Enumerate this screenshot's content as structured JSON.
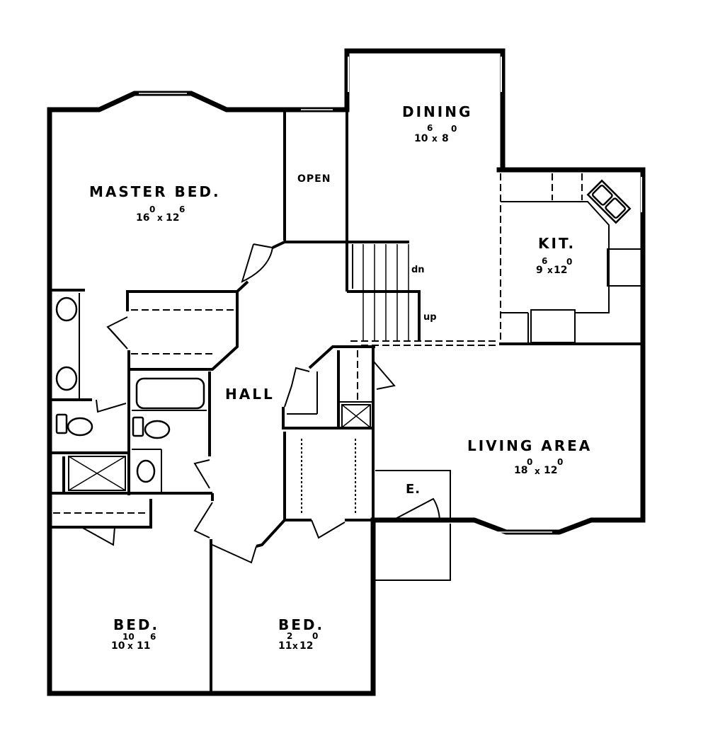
{
  "plan": {
    "colors": {
      "ink": "#000000",
      "paper": "#ffffff"
    },
    "rooms": {
      "master_bed": {
        "label": "MASTER BED.",
        "dim_a": "16",
        "dim_a_sup": "0",
        "dim_b": "12",
        "dim_b_sup": "6"
      },
      "open": {
        "label": "OPEN"
      },
      "dining": {
        "label": "DINING",
        "dim_a": "10",
        "dim_a_sup": "6",
        "dim_b": "8",
        "dim_b_sup": "0"
      },
      "kitchen": {
        "label": "KIT.",
        "dim_a": "9",
        "dim_a_sup": "6",
        "dim_b": "12",
        "dim_b_sup": "0"
      },
      "hall": {
        "label": "HALL"
      },
      "living_area": {
        "label": "LIVING AREA",
        "dim_a": "18",
        "dim_a_sup": "0",
        "dim_b": "12",
        "dim_b_sup": "0"
      },
      "entry": {
        "label": "E."
      },
      "bed_left": {
        "label": "BED.",
        "dim_a": "10",
        "dim_a_sup": "10",
        "dim_b": "11",
        "dim_b_sup": "6"
      },
      "bed_right": {
        "label": "BED.",
        "dim_a": "11",
        "dim_a_sup": "2",
        "dim_b": "12",
        "dim_b_sup": "0"
      }
    },
    "stairs": {
      "down_label": "dn",
      "up_label": "up"
    },
    "dim_separator": "x"
  }
}
